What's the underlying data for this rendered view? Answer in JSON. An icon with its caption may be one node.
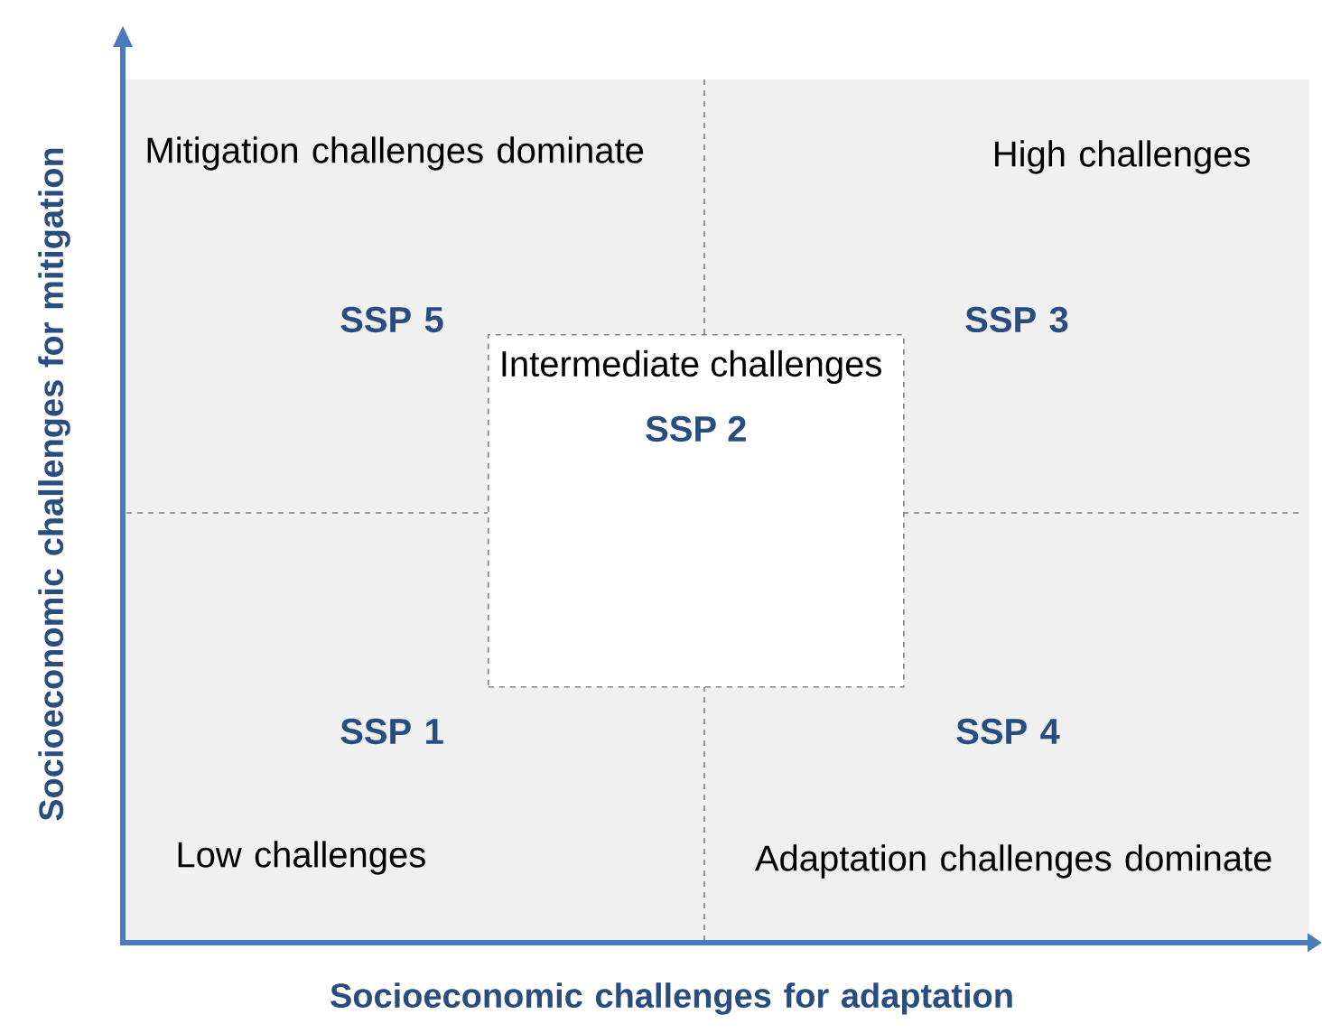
{
  "diagram": {
    "nodes": [
      {
        "text": [
          "Intermediate challenges",
          "SSP 2"
        ]
      }
    ],
    "labels": [
      "Mitigation challenges dominate",
      "High challenges",
      "SSP 5",
      "SSP 3",
      "SSP 1",
      "SSP 4",
      "Low challenges",
      "Adaptation challenges dominate",
      "Socioeconomic challenges for mitigation",
      "Socioeconomic challenges for adaptation"
    ]
  }
}
